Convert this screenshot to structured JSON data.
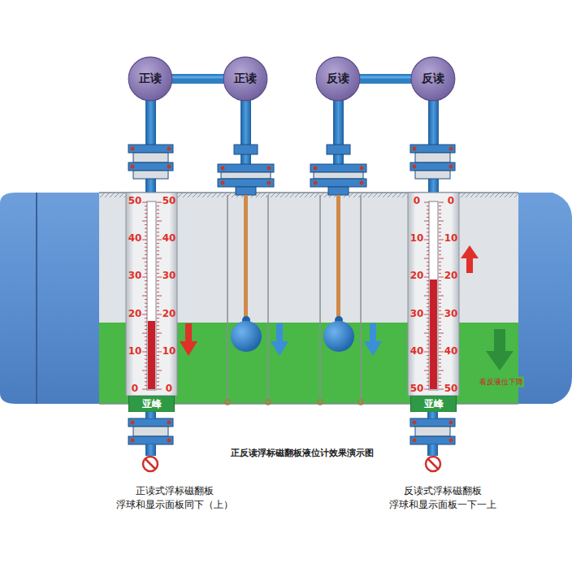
{
  "diagram": {
    "caption": "正反读浮标磁翻板液位计效果演示图",
    "nodes": [
      {
        "text": [
          "正读"
        ]
      },
      {
        "text": [
          "正读"
        ]
      },
      {
        "text": [
          "反读"
        ]
      },
      {
        "text": [
          "反读"
        ]
      },
      {
        "text": [
          "亚峰"
        ]
      },
      {
        "text": [
          "亚峰"
        ]
      }
    ],
    "edges": [
      {
        "from": 0,
        "to": 1,
        "arrow": "none"
      },
      {
        "from": 2,
        "to": 3,
        "arrow": "none"
      }
    ],
    "labels": [
      "50",
      "40",
      "30",
      "20",
      "10",
      "0",
      "50",
      "40",
      "30",
      "20",
      "10",
      "0",
      "0",
      "10",
      "20",
      "30",
      "40",
      "50",
      "0",
      "10",
      "20",
      "30",
      "40",
      "50",
      "看反液位下降",
      "正读式浮标磁翻板 浮球和显示面板同下（上）",
      "反读式浮标磁翻板 浮球和显示面板一下一上"
    ]
  }
}
